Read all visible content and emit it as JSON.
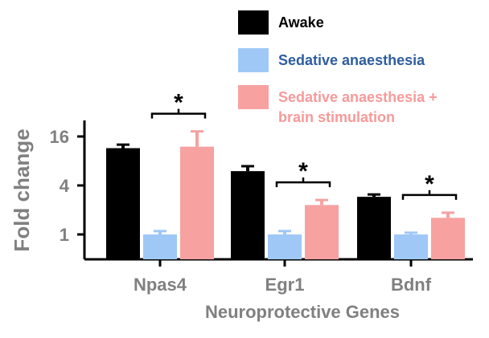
{
  "chart_data": {
    "type": "bar",
    "ylabel": "Fold change",
    "xlabel": "Neuroprotective Genes",
    "y_scale": "log2",
    "ylim": [
      0.5,
      25
    ],
    "yticks": [
      1,
      4,
      16
    ],
    "ytick_labels": [
      "1",
      "4",
      "16"
    ],
    "categories": [
      "Npas4",
      "Egr1",
      "Bdnf"
    ],
    "series": [
      {
        "name": "Awake",
        "color": "#000000",
        "values": [
          11.5,
          6.0,
          2.9
        ],
        "errors": [
          1.2,
          0.9,
          0.2
        ]
      },
      {
        "name": "Sedative anaesthesia",
        "color": "#9fc8f7",
        "values": [
          1.0,
          1.0,
          1.0
        ],
        "errors": [
          0.1,
          0.1,
          0.05
        ]
      },
      {
        "name": "Sedative anaesthesia + brain stimulation",
        "color": "#f7a1a1",
        "values": [
          12.0,
          2.3,
          1.6
        ],
        "errors": [
          6.5,
          0.35,
          0.25
        ]
      }
    ],
    "significance": [
      {
        "category": "Npas4",
        "label": "*"
      },
      {
        "category": "Egr1",
        "label": "*"
      },
      {
        "category": "Bdnf",
        "label": "*"
      }
    ],
    "legend": {
      "position": "top-right",
      "entries": [
        {
          "label_lines": [
            "Awake"
          ],
          "text_color": "#000000"
        },
        {
          "label_lines": [
            "Sedative anaesthesia"
          ],
          "text_color": "#2e5d9f"
        },
        {
          "label_lines": [
            "Sedative anaesthesia +",
            "brain stimulation"
          ],
          "text_color": "#f79a9a"
        }
      ]
    }
  }
}
